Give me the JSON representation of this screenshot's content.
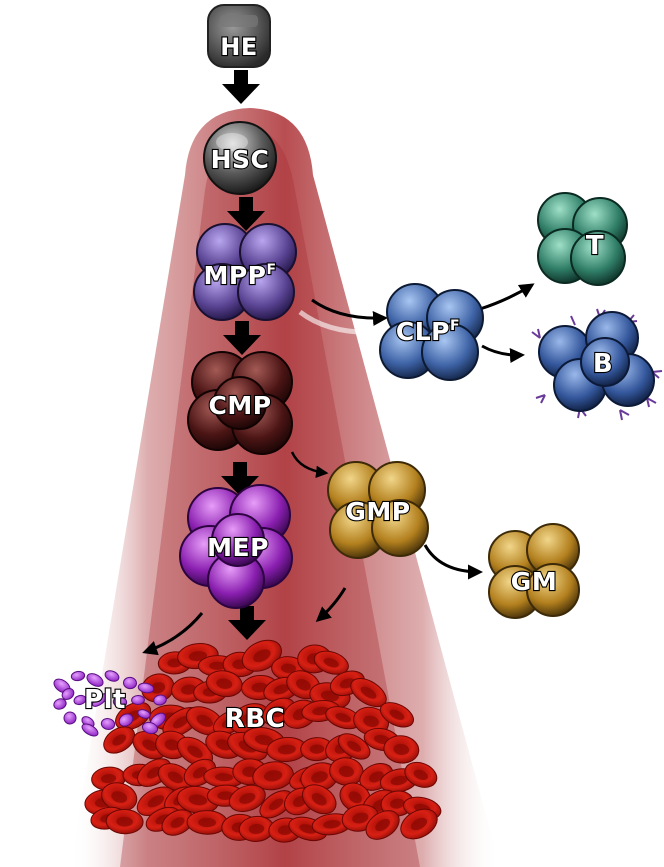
{
  "diagram": {
    "nodes": {
      "he": {
        "label": "HE"
      },
      "hsc": {
        "label": "HSC"
      },
      "mpp": {
        "label": "MPP",
        "sup": "F"
      },
      "clp": {
        "label": "CLP",
        "sup": "F"
      },
      "t": {
        "label": "T"
      },
      "b": {
        "label": "B"
      },
      "cmp": {
        "label": "CMP"
      },
      "gmp": {
        "label": "GMP"
      },
      "gm": {
        "label": "GM"
      },
      "mep": {
        "label": "MEP"
      },
      "plt": {
        "label": "Plt"
      },
      "rbc": {
        "label": "RBC"
      }
    },
    "edges": [
      {
        "from": "HE",
        "to": "HSC"
      },
      {
        "from": "HSC",
        "to": "MPP"
      },
      {
        "from": "MPP",
        "to": "CLP"
      },
      {
        "from": "MPP",
        "to": "CMP"
      },
      {
        "from": "CLP",
        "to": "T"
      },
      {
        "from": "CLP",
        "to": "B"
      },
      {
        "from": "CMP",
        "to": "MEP"
      },
      {
        "from": "CMP",
        "to": "GMP"
      },
      {
        "from": "GMP",
        "to": "GM"
      },
      {
        "from": "GMP",
        "to": "RBC"
      },
      {
        "from": "MEP",
        "to": "RBC"
      },
      {
        "from": "MEP",
        "to": "Plt"
      }
    ],
    "colors": {
      "cone": "#b5464a",
      "he": "#555555",
      "hsc": "#6e6e6e",
      "mpp": "#7a63b8",
      "clp": "#4d74b4",
      "t": "#3f8f78",
      "b": "#3f62a6",
      "cmp": "#5a1a1a",
      "mep": "#9b22b8",
      "gmp": "#c8962a",
      "gm": "#c8862f",
      "plt": "#b23be0",
      "rbc": "#d01b10"
    }
  }
}
